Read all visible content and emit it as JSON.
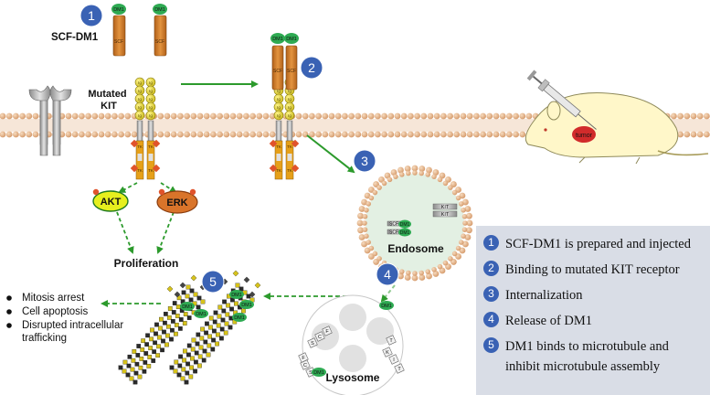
{
  "labels": {
    "scf_dm1": "SCF-DM1",
    "mutated_kit": "Mutated\nKIT",
    "akt": "AKT",
    "erk": "ERK",
    "proliferation": "Proliferation",
    "endosome": "Endosome",
    "lysosome": "Lysosome",
    "dm1": "DM1",
    "kit": "KIT",
    "scf": "SCF",
    "tumor": "tumor",
    "ig": "Ig",
    "tk": "TK",
    "s": "S",
    "c": "C",
    "f": "F",
    "k": "K",
    "i": "I",
    "t": "T"
  },
  "steps": [
    "1",
    "2",
    "3",
    "4",
    "5"
  ],
  "effects": [
    "Mitosis arrest",
    "Cell apoptosis",
    "Disrupted intracellular\ntrafficking"
  ],
  "legend": [
    {
      "num": "1",
      "text": "SCF-DM1 is prepared and injected"
    },
    {
      "num": "2",
      "text": "Binding to mutated KIT receptor"
    },
    {
      "num": "3",
      "text": "Internalization"
    },
    {
      "num": "4",
      "text": "Release of DM1"
    },
    {
      "num": "5",
      "text": "DM1 binds to microtubule and inhibit microtubule assembly"
    }
  ],
  "colors": {
    "step_badge": "#3a62b4",
    "membrane": "#e8b58a",
    "scf": "#d7862f",
    "dm1": "#2eaa52",
    "ig": "#e2d431",
    "tk": "#e0532b",
    "arrow": "#2c9a2c",
    "legend_bg": "#d9dde6"
  }
}
